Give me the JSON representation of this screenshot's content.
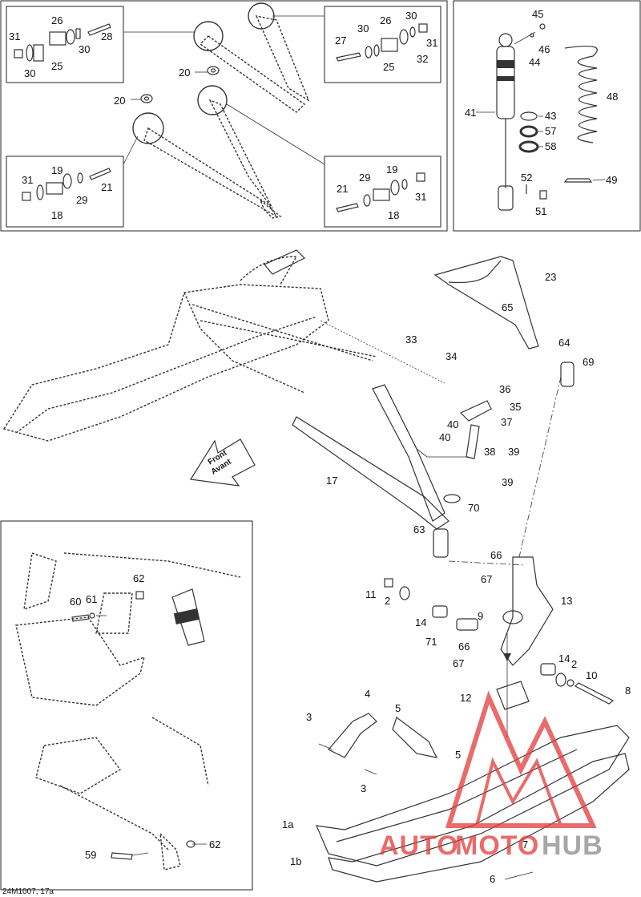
{
  "figure": {
    "ref_code": "24M1007, 17a",
    "front_arrow": {
      "line1": "Front",
      "line2": "Avant"
    },
    "watermark": {
      "part1": "AUTO",
      "part2": "MOTO",
      "part3": "HUB"
    }
  },
  "callouts": {
    "c1a": "1a",
    "c1b": "1b",
    "c2a": "2",
    "c2b": "2",
    "c3a": "3",
    "c3b": "3",
    "c4": "4",
    "c5a": "5",
    "c5b": "5",
    "c6": "6",
    "c7": "7",
    "c8": "8",
    "c9": "9",
    "c10": "10",
    "c11": "11",
    "c12": "12",
    "c13": "13",
    "c14a": "14",
    "c14b": "14",
    "c17": "17",
    "c18a": "18",
    "c18b": "18",
    "c19a": "19",
    "c19b": "19",
    "c20a": "20",
    "c20b": "20",
    "c21a": "21",
    "c21b": "21",
    "c23": "23",
    "c25a": "25",
    "c25b": "25",
    "c26a": "26",
    "c26b": "26",
    "c27": "27",
    "c28": "28",
    "c29a": "29",
    "c29b": "29",
    "c30a": "30",
    "c30b": "30",
    "c30c": "30",
    "c30d": "30",
    "c31a": "31",
    "c31b": "31",
    "c31c": "31",
    "c31d": "31",
    "c32": "32",
    "c33": "33",
    "c34": "34",
    "c35": "35",
    "c36": "36",
    "c37": "37",
    "c38": "38",
    "c39a": "39",
    "c39b": "39",
    "c40a": "40",
    "c40b": "40",
    "c41": "41",
    "c43": "43",
    "c44": "44",
    "c45": "45",
    "c46": "46",
    "c48": "48",
    "c49": "49",
    "c51": "51",
    "c52": "52",
    "c57": "57",
    "c58": "58",
    "c59": "59",
    "c60": "60",
    "c61": "61",
    "c62a": "62",
    "c62b": "62",
    "c63": "63",
    "c64": "64",
    "c65": "65",
    "c66a": "66",
    "c66b": "66",
    "c67a": "67",
    "c67b": "67",
    "c69": "69",
    "c70": "70",
    "c71": "71"
  },
  "colors": {
    "ink": "#222222",
    "watermark_red": "#e23a3a",
    "watermark_gray": "#8a8a8a"
  }
}
